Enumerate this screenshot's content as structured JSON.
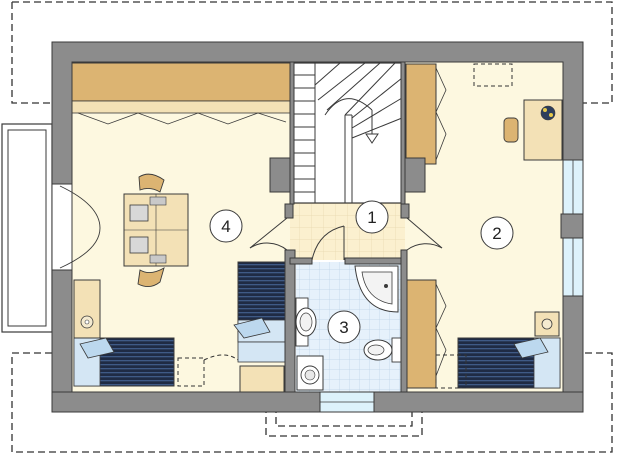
{
  "plan": {
    "rooms": [
      {
        "id": "hall",
        "label": "1"
      },
      {
        "id": "bedroom-right",
        "label": "2"
      },
      {
        "id": "bathroom",
        "label": "3"
      },
      {
        "id": "bedroom-left",
        "label": "4"
      }
    ],
    "colors": {
      "wall": "#8c8c8c",
      "wall_outline": "#3a3a3a",
      "floor": "#fdf8e0",
      "hall_tile": "#fbf0cf",
      "bath_tile": "#e6f1fb",
      "wood": "#dcb472",
      "furniture": "#f3e1b6",
      "bed_cover": "#1f2b44",
      "pillow": "#bcd8ee",
      "glass": "#ddf2fb",
      "stair": "#ffffff"
    }
  }
}
